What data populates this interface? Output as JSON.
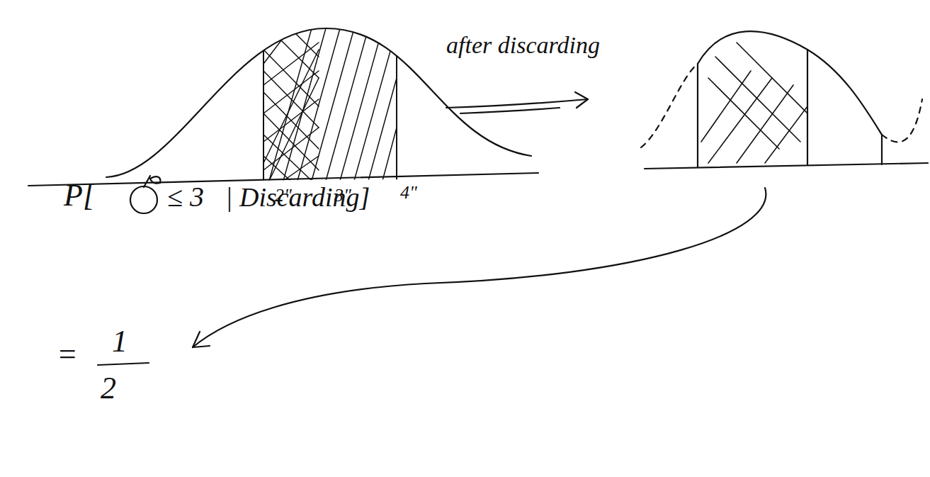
{
  "diagram": {
    "labels": [
      "after discarding",
      "2\"",
      "3\"",
      "4\"",
      "P[",
      "≤ 3",
      "| Discarding]",
      "=",
      "1",
      "2"
    ]
  }
}
